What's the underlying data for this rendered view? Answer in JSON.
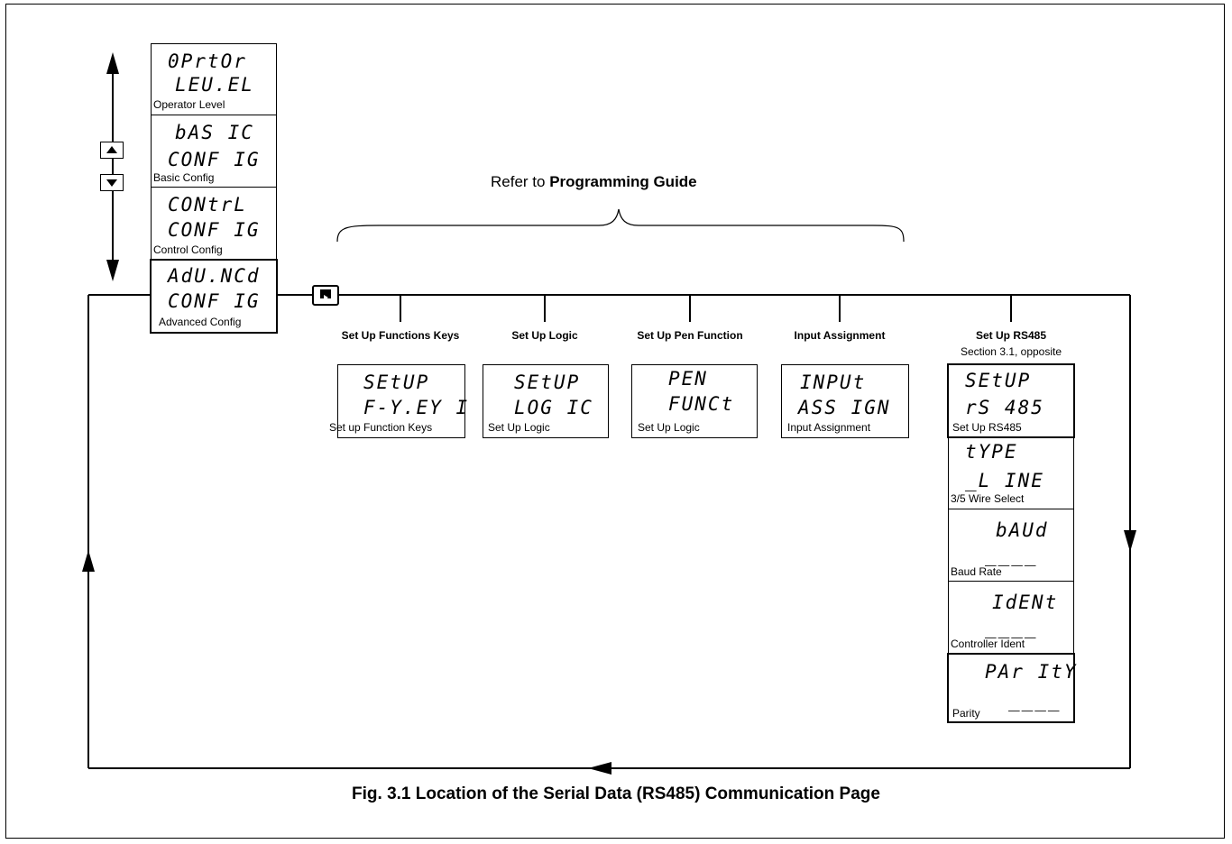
{
  "refer": {
    "prefix": "Refer to",
    "bold": "Programming Guide"
  },
  "figure_caption": "Fig. 3.1 Location of the Serial Data (RS485) Communication Page",
  "menu_stack": [
    {
      "line1": "0PrtOr",
      "line2": "LEU.EL",
      "label": "Operator Level"
    },
    {
      "line1": "bAS IC",
      "line2": "CONF IG",
      "label": "Basic Config"
    },
    {
      "line1": "CONtrL",
      "line2": "CONF IG",
      "label": "Control Config"
    },
    {
      "line1": "AdU.NCd",
      "line2": "CONF IG",
      "label": "Advanced Config"
    }
  ],
  "branches": [
    {
      "heading": "Set Up Functions Keys",
      "line1": "SEtUP",
      "line2": "F-Y.EY I",
      "label": "Set up Function Keys"
    },
    {
      "heading": "Set Up Logic",
      "line1": "SEtUP",
      "line2": "LOG IC",
      "label": "Set Up Logic"
    },
    {
      "heading": "Set Up Pen Function",
      "line1": "PEN",
      "line2": "FUNCt",
      "label": "Set Up Logic"
    },
    {
      "heading": "Input Assignment",
      "line1": "INPUt",
      "line2": "ASS IGN",
      "label": "Input Assignment"
    }
  ],
  "rs485": {
    "heading": "Set Up RS485",
    "subheading": "Section 3.1, opposite",
    "items": [
      {
        "line1": "SEtUP",
        "line2": "rS 485",
        "label": "Set Up RS485"
      },
      {
        "line1": "tYPE",
        "line2": "_L INE",
        "label": "3/5 Wire Select"
      },
      {
        "line1": "bAUd",
        "line2": "____",
        "label": "Baud Rate"
      },
      {
        "line1": "IdENt",
        "line2": "____",
        "label": "Controller Ident"
      },
      {
        "line1": "PAr ItY",
        "line2": "____",
        "label": "Parity"
      }
    ]
  }
}
